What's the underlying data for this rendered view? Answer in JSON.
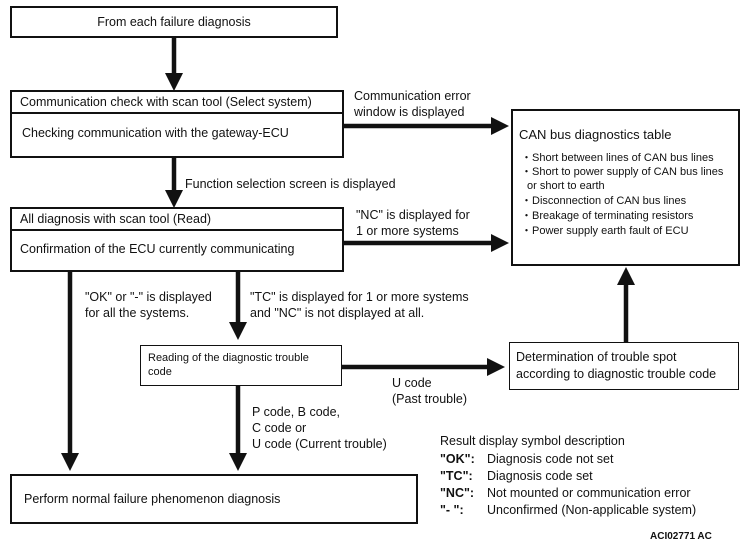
{
  "nodes": {
    "start": "From each failure diagnosis",
    "comm_check_title": "Communication check with scan tool (Select system)",
    "comm_check_body": "Checking communication with the gateway-ECU",
    "all_diag_title": "All diagnosis with scan tool (Read)",
    "all_diag_body": "Confirmation of the ECU currently communicating",
    "reading_dtc": [
      "Reading of the diagnostic trouble",
      "code"
    ],
    "determination": [
      "Determination of trouble spot",
      "according to diagnostic trouble code"
    ],
    "perform_normal": "Perform normal failure phenomenon diagnosis",
    "can_table_title": "CAN bus diagnostics table",
    "can_table_items": [
      "・Short between lines of CAN bus lines",
      "・Short to power supply of CAN bus lines",
      "  or short to earth",
      "・Disconnection of CAN bus lines",
      "・Breakage of terminating resistors",
      "・Power supply earth fault of ECU"
    ]
  },
  "edge_labels": {
    "comm_error": [
      "Communication error",
      "window is displayed"
    ],
    "function_selection": "Function selection screen is displayed",
    "nc_displayed": [
      "\"NC\" is displayed for",
      "1 or more systems"
    ],
    "ok_displayed": [
      "\"OK\" or \"-\" is displayed",
      "for all the systems."
    ],
    "tc_displayed": [
      "\"TC\" is displayed for 1 or more systems",
      "and \"NC\" is not displayed at all."
    ],
    "u_code_past": [
      "U code",
      "(Past trouble)"
    ],
    "pbcu_current": [
      "P code, B code,",
      "C code or",
      "U code (Current trouble)"
    ]
  },
  "legend": {
    "title": "Result display symbol description",
    "rows": [
      {
        "symbol": "\"OK\":",
        "desc": "Diagnosis code not set"
      },
      {
        "symbol": "\"TC\":",
        "desc": "Diagnosis code set"
      },
      {
        "symbol": "\"NC\":",
        "desc": "Not mounted or communication error"
      },
      {
        "symbol": "\"- \":",
        "desc": "Unconfirmed (Non-applicable system)"
      }
    ]
  },
  "figure_id": "ACI02771 AC"
}
